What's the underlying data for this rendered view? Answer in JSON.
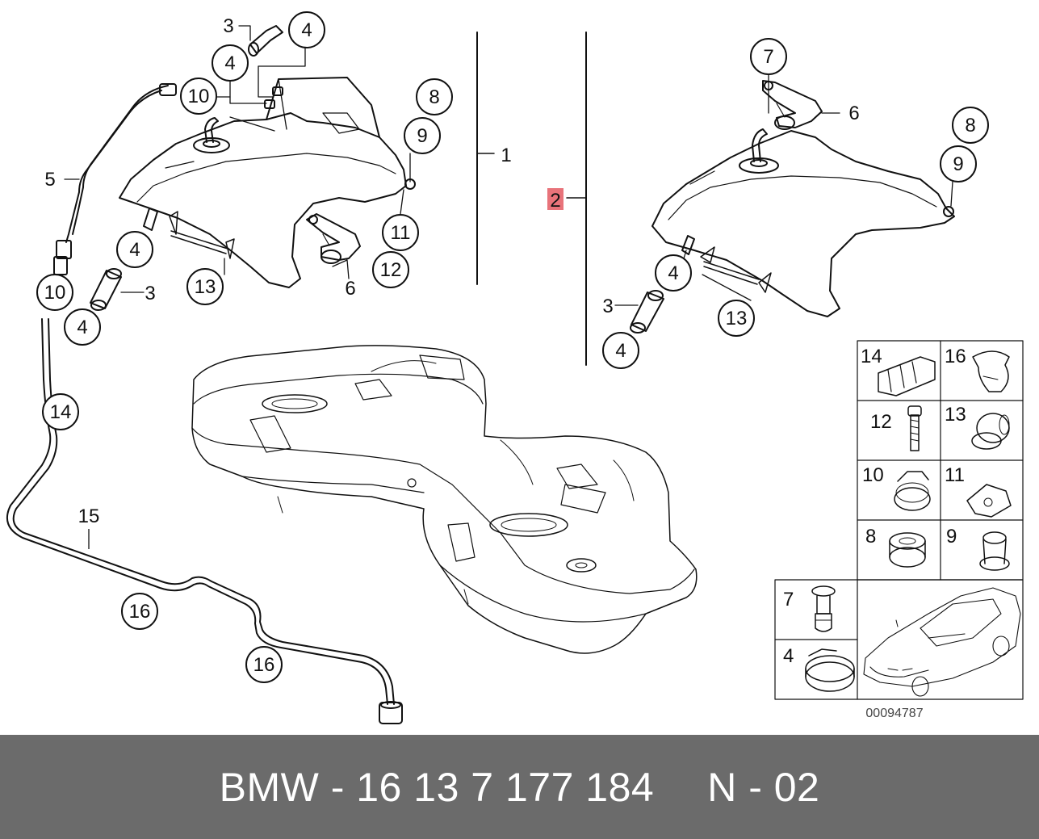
{
  "footer": {
    "part_label": "BMW - 16 13 7 177 184",
    "position_label": "N - 02"
  },
  "diagram": {
    "reference_number": "00094787",
    "highlight_color": "#e8737a",
    "circled_callouts": [
      {
        "id": "c4a",
        "label": "4"
      },
      {
        "id": "c4b",
        "label": "4"
      },
      {
        "id": "c10a",
        "label": "10"
      },
      {
        "id": "c8a",
        "label": "8"
      },
      {
        "id": "c9a",
        "label": "9"
      },
      {
        "id": "c11",
        "label": "11"
      },
      {
        "id": "c12",
        "label": "12"
      },
      {
        "id": "c4c",
        "label": "4"
      },
      {
        "id": "c13a",
        "label": "13"
      },
      {
        "id": "c10b",
        "label": "10"
      },
      {
        "id": "c4d",
        "label": "4"
      },
      {
        "id": "c14",
        "label": "14"
      },
      {
        "id": "c16a",
        "label": "16"
      },
      {
        "id": "c16b",
        "label": "16"
      },
      {
        "id": "c7",
        "label": "7"
      },
      {
        "id": "c8b",
        "label": "8"
      },
      {
        "id": "c9b",
        "label": "9"
      },
      {
        "id": "c4e",
        "label": "4"
      },
      {
        "id": "c13b",
        "label": "13"
      },
      {
        "id": "c4f",
        "label": "4"
      }
    ],
    "plain_callouts": [
      {
        "id": "p3a",
        "label": "3"
      },
      {
        "id": "p5",
        "label": "5"
      },
      {
        "id": "p3b",
        "label": "3"
      },
      {
        "id": "p6a",
        "label": "6"
      },
      {
        "id": "p1",
        "label": "1"
      },
      {
        "id": "p15",
        "label": "15"
      },
      {
        "id": "p6b",
        "label": "6"
      },
      {
        "id": "p3c",
        "label": "3"
      }
    ],
    "highlighted_callout": {
      "label": "2"
    },
    "parts_grid": [
      {
        "label": "14"
      },
      {
        "label": "16"
      },
      {
        "label": "12"
      },
      {
        "label": "13"
      },
      {
        "label": "10"
      },
      {
        "label": "11"
      },
      {
        "label": "8"
      },
      {
        "label": "9"
      },
      {
        "label": "7"
      },
      {
        "label": "4"
      }
    ]
  }
}
